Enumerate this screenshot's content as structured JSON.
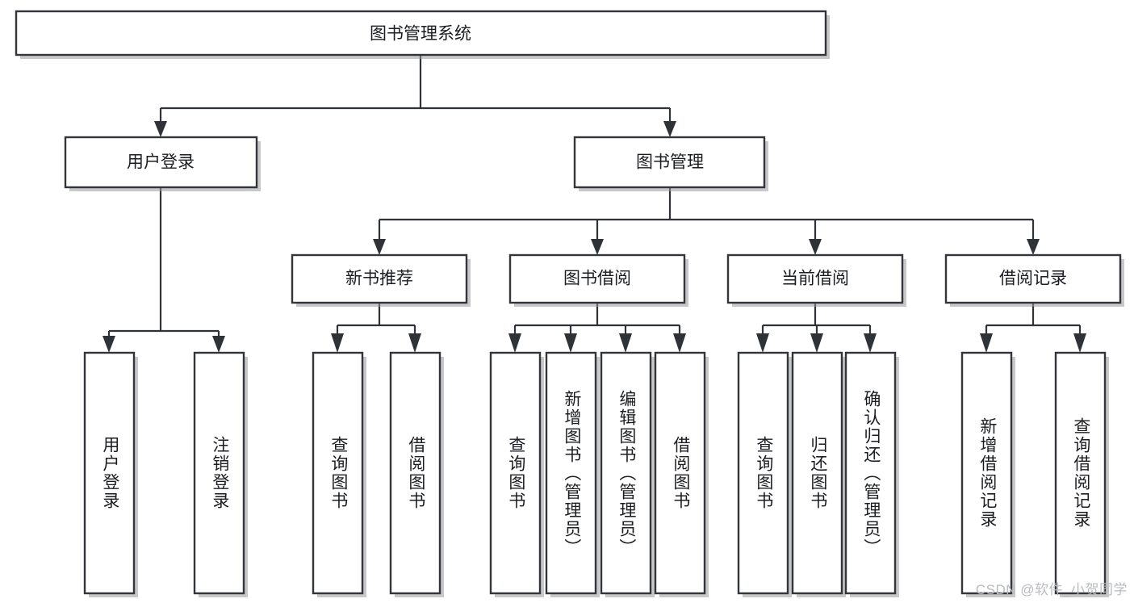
{
  "diagram": {
    "title": "图书管理系统",
    "type": "tree",
    "watermark": "CSDN @软件_小贺同学",
    "colors": {
      "box_stroke": "#32353a",
      "box_fill": "#ffffff",
      "connector": "#2f3237",
      "text": "#1b1d20",
      "watermark": "#b9bbbe",
      "background": "#ffffff"
    },
    "root": {
      "label": "图书管理系统"
    },
    "level2": [
      {
        "label": "用户登录"
      },
      {
        "label": "图书管理"
      }
    ],
    "level3": [
      {
        "label": "新书推荐"
      },
      {
        "label": "图书借阅"
      },
      {
        "label": "当前借阅"
      },
      {
        "label": "借阅记录"
      }
    ],
    "leaves": {
      "user_login": [
        {
          "label": "用户登录"
        },
        {
          "label": "注销登录"
        }
      ],
      "new_book": [
        {
          "label": "查询图书"
        },
        {
          "label": "借阅图书"
        }
      ],
      "book_borrow": [
        {
          "label": "查询图书"
        },
        {
          "label": "新增图书（管理员）"
        },
        {
          "label": "编辑图书（管理员）"
        },
        {
          "label": "借阅图书"
        }
      ],
      "current_borrow": [
        {
          "label": "查询图书"
        },
        {
          "label": "归还图书"
        },
        {
          "label": "确认归还（管理员）"
        }
      ],
      "borrow_record": [
        {
          "label": "新增借阅记录"
        },
        {
          "label": "查询借阅记录"
        }
      ]
    }
  }
}
